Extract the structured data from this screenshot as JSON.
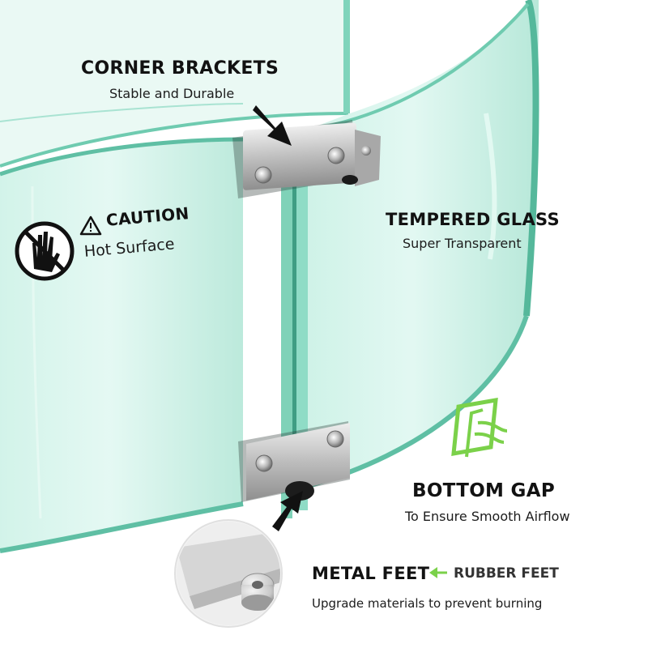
{
  "labels": {
    "corner_title": "CORNER BRACKETS",
    "corner_sub": "Stable and Durable",
    "caution_title": "CAUTION",
    "caution_sub": "Hot Surface",
    "glass_title": "TEMPERED GLASS",
    "glass_sub": "Super Transparent",
    "gap_title": "BOTTOM GAP",
    "gap_sub": "To Ensure Smooth Airflow",
    "metal_title": "METAL FEET",
    "rubber_title": "RUBBER FEET",
    "metal_sub": "Upgrade materials to prevent burning"
  },
  "colors": {
    "glass": "#8fdcc6",
    "glass_edge": "#5fbfa4",
    "accent_green": "#7bd14a",
    "text": "#121212",
    "metal": "#c9c9c9"
  },
  "icons": {
    "caution": "no-touch-hand-icon",
    "warning": "warning-triangle-icon",
    "airflow": "airflow-icon",
    "arrow": "black-arrow-icon",
    "left_arrow": "green-left-arrow-icon"
  }
}
